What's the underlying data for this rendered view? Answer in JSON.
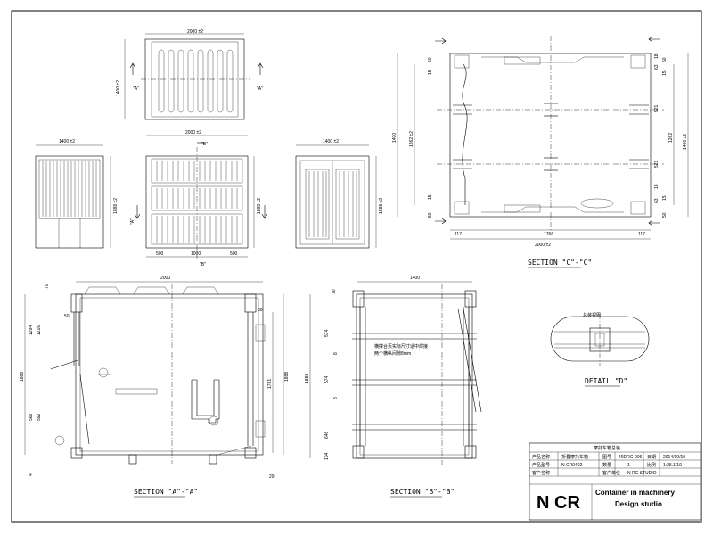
{
  "dims": {
    "top_width": "2000 ±2",
    "top_depth": "1400 ±2",
    "left_width": "1400 ±2",
    "left_height": "1888 ±2",
    "front_width": "2000 ±2",
    "front_height": "1888 ±2",
    "front_base_a": "500",
    "front_base_b": "1000",
    "front_base_c": "500",
    "right_width": "1400 ±2",
    "right_height": "1888 ±2",
    "sc_width": "2000 ±2",
    "sc_height_l": "1400",
    "sc_inner_l": "1262 ±2",
    "sc_inner_r": "1262",
    "sc_outer_r": "1400 ±2",
    "sc_15a": "15",
    "sc_15b": "15",
    "sc_50a": "50",
    "sc_50b": "50",
    "sc_18a": "18",
    "sc_18b": "18",
    "sc_521a": "521",
    "sc_521b": "521",
    "sc_117a": "117",
    "sc_1766": "1766",
    "sc_117b": "117",
    "sc_63a": "63",
    "sc_63b": "63",
    "sa_width": "2000",
    "sa_70": "70",
    "sa_50a": "50",
    "sa_50b": "50",
    "sa_1294": "1294",
    "sa_1216": "1216",
    "sa_1888": "1888",
    "sa_566": "566",
    "sa_592": "592",
    "sa_1781": "1781",
    "sa_1888r": "1888",
    "sa_4": "4",
    "sa_29": "29",
    "sb_width": "1400",
    "sb_70": "70",
    "sb_574a": "574",
    "sb_574b": "574",
    "sb_646": "646",
    "sb_1888": "1888",
    "sb_104": "104",
    "sb_8a": "8",
    "sb_8b": "8"
  },
  "labels": {
    "arrow_a": "\"A\"",
    "arrow_b": "\"B\"",
    "section_cc": "SECTION \"C\"-\"C\"",
    "section_aa": "SECTION \"A\"-\"A\"",
    "section_bb": "SECTION \"B\"-\"B\"",
    "detail_d": "DETAIL \"D\"",
    "detail_title": "总装视图",
    "note_line1": "横撑合页实际尺寸适中焊接",
    "note_line2": "两个横纵间隙8mm"
  },
  "title_block": {
    "title": "摩托车箱总装",
    "cells": [
      "产品名称",
      "折叠摩托车箱",
      "图号",
      "40DRC-006",
      "日期",
      "2014/10/10",
      "产品型号",
      "N CR0402",
      "数量",
      "1",
      "比例",
      "1:25.1/10",
      "客户名称",
      "",
      "客户单位",
      "N RC STUDIO"
    ],
    "logo": "N CR",
    "studio_line1": "Container in machinery",
    "studio_line2": "Design studio"
  }
}
